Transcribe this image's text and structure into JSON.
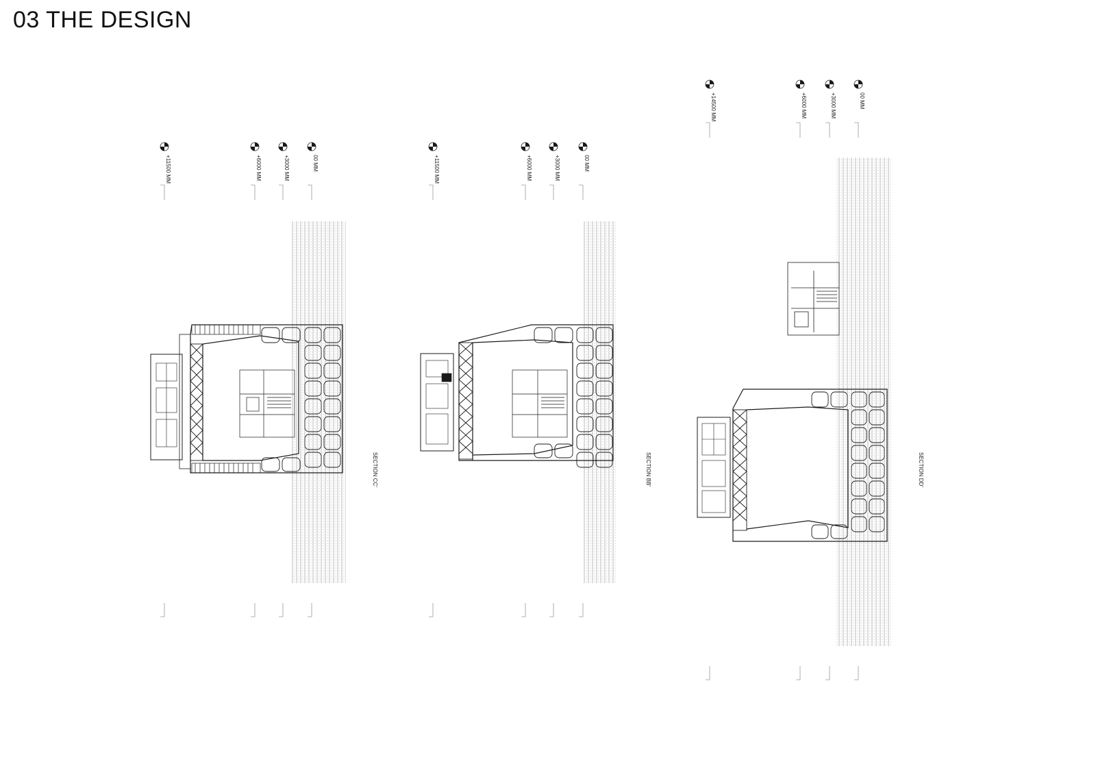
{
  "page": {
    "title": "03 THE DESIGN"
  },
  "colors": {
    "ink": "#1a1a1a",
    "light": "#9a9a9a",
    "paper": "#ffffff"
  },
  "sections": [
    {
      "id": "cc",
      "label": "SECTION CC'",
      "levels": [
        "+11500 MM",
        "+6000 MM",
        "+3000 MM",
        "00 MM"
      ]
    },
    {
      "id": "bb",
      "label": "SECTION BB'",
      "levels": [
        "+11500 MM",
        "+6000 MM",
        "+3000 MM",
        "00 MM"
      ]
    },
    {
      "id": "dd",
      "label": "SECTION DD'",
      "levels": [
        "+14500 MM",
        "+6000 MM",
        "+3000 MM",
        "00 MM"
      ]
    }
  ]
}
